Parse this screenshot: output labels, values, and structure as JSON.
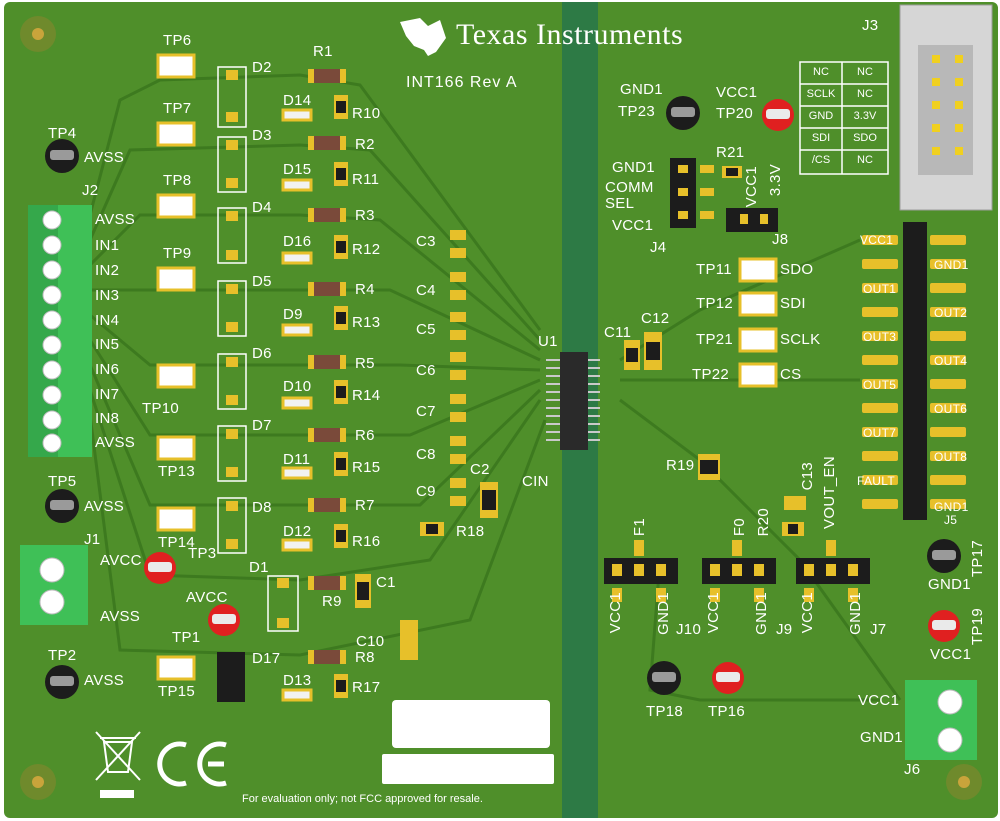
{
  "brand": {
    "name": "Texas Instruments",
    "logo_icon": "ti-logo-icon"
  },
  "board": {
    "rev": "INT166 Rev A",
    "footnote": "For evaluation only; not FCC approved for resale.",
    "pcb_color": "#4f8f2a",
    "gap_color": "#2d7a45",
    "copper_color": "#3f7e22",
    "pad_color": "#e7c02a",
    "blue_connector": "#3fc057"
  },
  "test_points": {
    "tp4": "TP4",
    "tp4_net": "AVSS",
    "tp5": "TP5",
    "tp5_net": "AVSS",
    "tp2": "TP2",
    "tp2_net": "AVSS",
    "tp1": "TP1",
    "tp1_net": "AVCC",
    "tp3": "TP3",
    "tp6": "TP6",
    "tp7": "TP7",
    "tp8": "TP8",
    "tp9": "TP9",
    "tp10": "TP10",
    "tp13": "TP13",
    "tp14": "TP14",
    "tp15": "TP15",
    "tp23": "TP23",
    "tp23_net": "GND1",
    "tp20": "TP20",
    "tp20_net": "VCC1",
    "tp11": "TP11",
    "tp11_net": "SDO",
    "tp12": "TP12",
    "tp12_net": "SDI",
    "tp21": "TP21",
    "tp21_net": "SCLK",
    "tp22": "TP22",
    "tp22_net": "CS",
    "tp17": "TP17",
    "tp17_net": "GND1",
    "tp19": "TP19",
    "tp19_net": "VCC1",
    "tp18": "TP18",
    "tp16": "TP16"
  },
  "j2": {
    "label": "J2",
    "pins": [
      "AVSS",
      "IN1",
      "IN2",
      "IN3",
      "IN4",
      "IN5",
      "IN6",
      "IN7",
      "IN8",
      "AVSS"
    ]
  },
  "j1": {
    "label": "J1",
    "pins": [
      "AVCC",
      "AVSS"
    ]
  },
  "j3": {
    "label": "J3",
    "table": [
      [
        "NC",
        "NC"
      ],
      [
        "SCLK",
        "NC"
      ],
      [
        "GND",
        "3.3V"
      ],
      [
        "SDI",
        "SDO"
      ],
      [
        "/CS",
        "NC"
      ]
    ]
  },
  "j4": {
    "label": "J4",
    "pins": [
      "GND1",
      "COMM",
      "SEL",
      "VCC1"
    ]
  },
  "j8": {
    "label": "J8",
    "pin": "3.3V",
    "pin2": "VCC1"
  },
  "j5": {
    "label": "J5",
    "right": [
      "GND1",
      "OUT2",
      "OUT4",
      "OUT6",
      "OUT8",
      "GND1"
    ],
    "left": [
      "VCC1",
      "OUT1",
      "OUT3",
      "OUT5",
      "OUT7",
      "FAULT"
    ]
  },
  "j6": {
    "label": "J6",
    "pins": [
      "VCC1",
      "GND1"
    ]
  },
  "jumpers": {
    "j10": "J10",
    "j9": "J9",
    "j7": "J7",
    "f1": "F1",
    "f0": "F0",
    "vout_en": "VOUT_EN",
    "vcc1": "VCC1",
    "gnd1": "GND1"
  },
  "parts": {
    "resistors": [
      "R1",
      "R2",
      "R3",
      "R4",
      "R5",
      "R6",
      "R7",
      "R8",
      "R9"
    ],
    "resistors2": [
      "R10",
      "R11",
      "R12",
      "R13",
      "R14",
      "R15",
      "R16",
      "R17",
      "R18",
      "R19",
      "R20",
      "R21"
    ],
    "diodes": [
      "D1",
      "D2",
      "D3",
      "D4",
      "D5",
      "D6",
      "D7",
      "D8"
    ],
    "diodes2": [
      "D9",
      "D10",
      "D11",
      "D12",
      "D13",
      "D14",
      "D15",
      "D16",
      "D17"
    ],
    "caps": [
      "C1",
      "C2",
      "C3",
      "C4",
      "C5",
      "C6",
      "C7",
      "C8",
      "C9",
      "C10",
      "C11",
      "C12",
      "C13"
    ],
    "u1": "U1",
    "cin": "CIN"
  }
}
